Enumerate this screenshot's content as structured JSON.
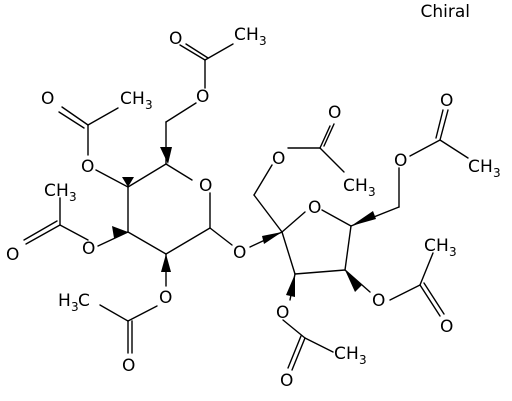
{
  "flag": "Chiral",
  "atoms": {
    "o": "O",
    "c": "C",
    "h": "H",
    "sub3": "3"
  }
}
